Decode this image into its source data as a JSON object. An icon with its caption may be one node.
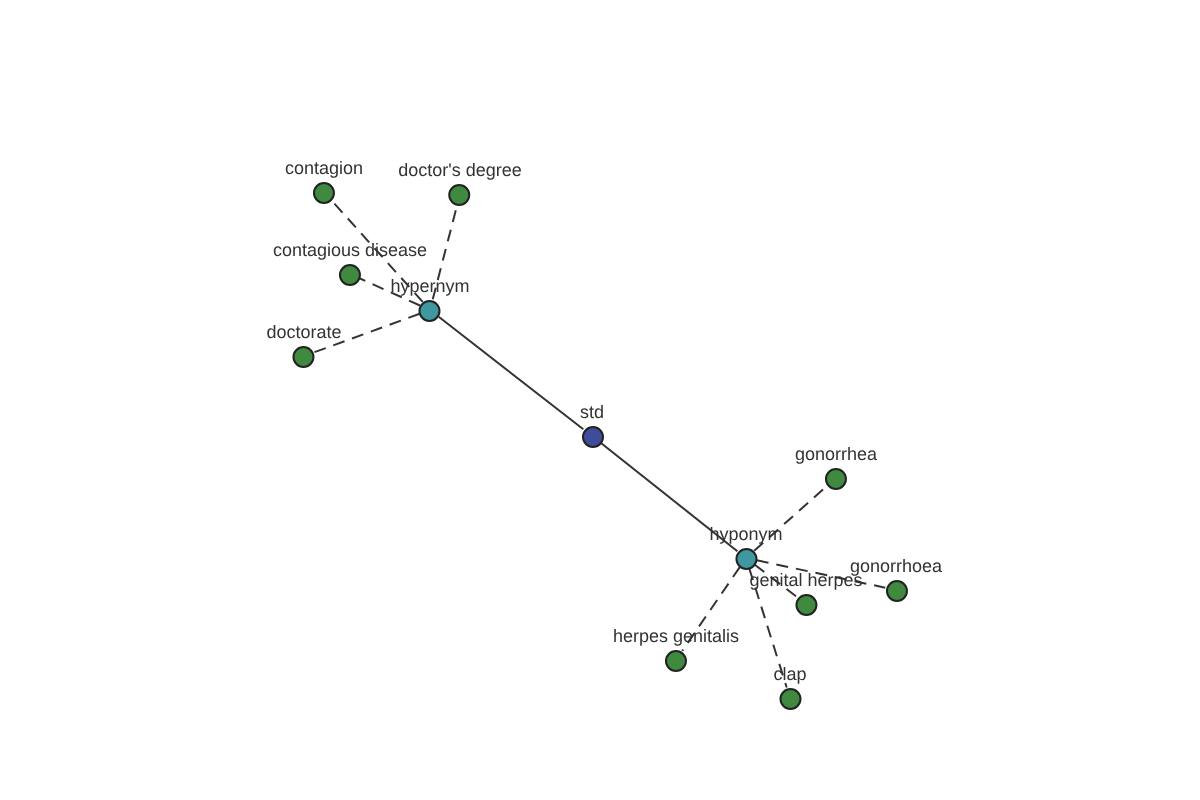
{
  "diagram": {
    "nodes": [
      {
        "text": [
          "std"
        ]
      },
      {
        "text": [
          "hypernym"
        ]
      },
      {
        "text": [
          "hyponym"
        ]
      },
      {
        "text": [
          "contagion"
        ]
      },
      {
        "text": [
          "doctor's degree"
        ]
      },
      {
        "text": [
          "contagious disease"
        ]
      },
      {
        "text": [
          "doctorate"
        ]
      },
      {
        "text": [
          "gonorrhea"
        ]
      },
      {
        "text": [
          "gonorrhoea"
        ]
      },
      {
        "text": [
          "genital herpes"
        ]
      },
      {
        "text": [
          "herpes genitalis"
        ]
      },
      {
        "text": [
          "clap"
        ]
      }
    ],
    "edges": [
      {
        "from": 0,
        "to": 1,
        "arrow": "none"
      },
      {
        "from": 0,
        "to": 2,
        "arrow": "none"
      },
      {
        "from": 1,
        "to": 3,
        "arrow": "none",
        "style": "dashed"
      },
      {
        "from": 1,
        "to": 4,
        "arrow": "none",
        "style": "dashed"
      },
      {
        "from": 1,
        "to": 5,
        "arrow": "none",
        "style": "dashed"
      },
      {
        "from": 1,
        "to": 6,
        "arrow": "none",
        "style": "dashed"
      },
      {
        "from": 2,
        "to": 7,
        "arrow": "none",
        "style": "dashed"
      },
      {
        "from": 2,
        "to": 8,
        "arrow": "none",
        "style": "dashed"
      },
      {
        "from": 2,
        "to": 9,
        "arrow": "none",
        "style": "dashed"
      },
      {
        "from": 2,
        "to": 10,
        "arrow": "none",
        "style": "dashed"
      },
      {
        "from": 2,
        "to": 11,
        "arrow": "none",
        "style": "dashed"
      }
    ]
  }
}
